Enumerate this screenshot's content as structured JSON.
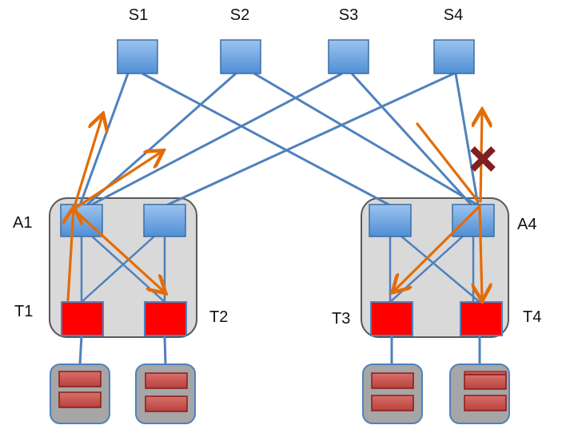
{
  "labels": {
    "s1": "S1",
    "s2": "S2",
    "s3": "S3",
    "s4": "S4",
    "a1": "A1",
    "a4": "A4",
    "t1": "T1",
    "t2": "T2",
    "t3": "T3",
    "t4": "T4"
  },
  "colors": {
    "link": "#4f81bd",
    "switch_fill": "#5b9bd5",
    "tor_fill": "#ff0000",
    "pod_fill": "#d9d9d9",
    "pod_border": "#595959",
    "path_arrow": "#e36c09",
    "failure_mark": "#7f1f1f",
    "server_fill": "#c0504d",
    "server_border": "#8b1a1a",
    "rack_fill": "#a6a6a6"
  },
  "icons": {
    "failure": "x-mark-icon"
  }
}
